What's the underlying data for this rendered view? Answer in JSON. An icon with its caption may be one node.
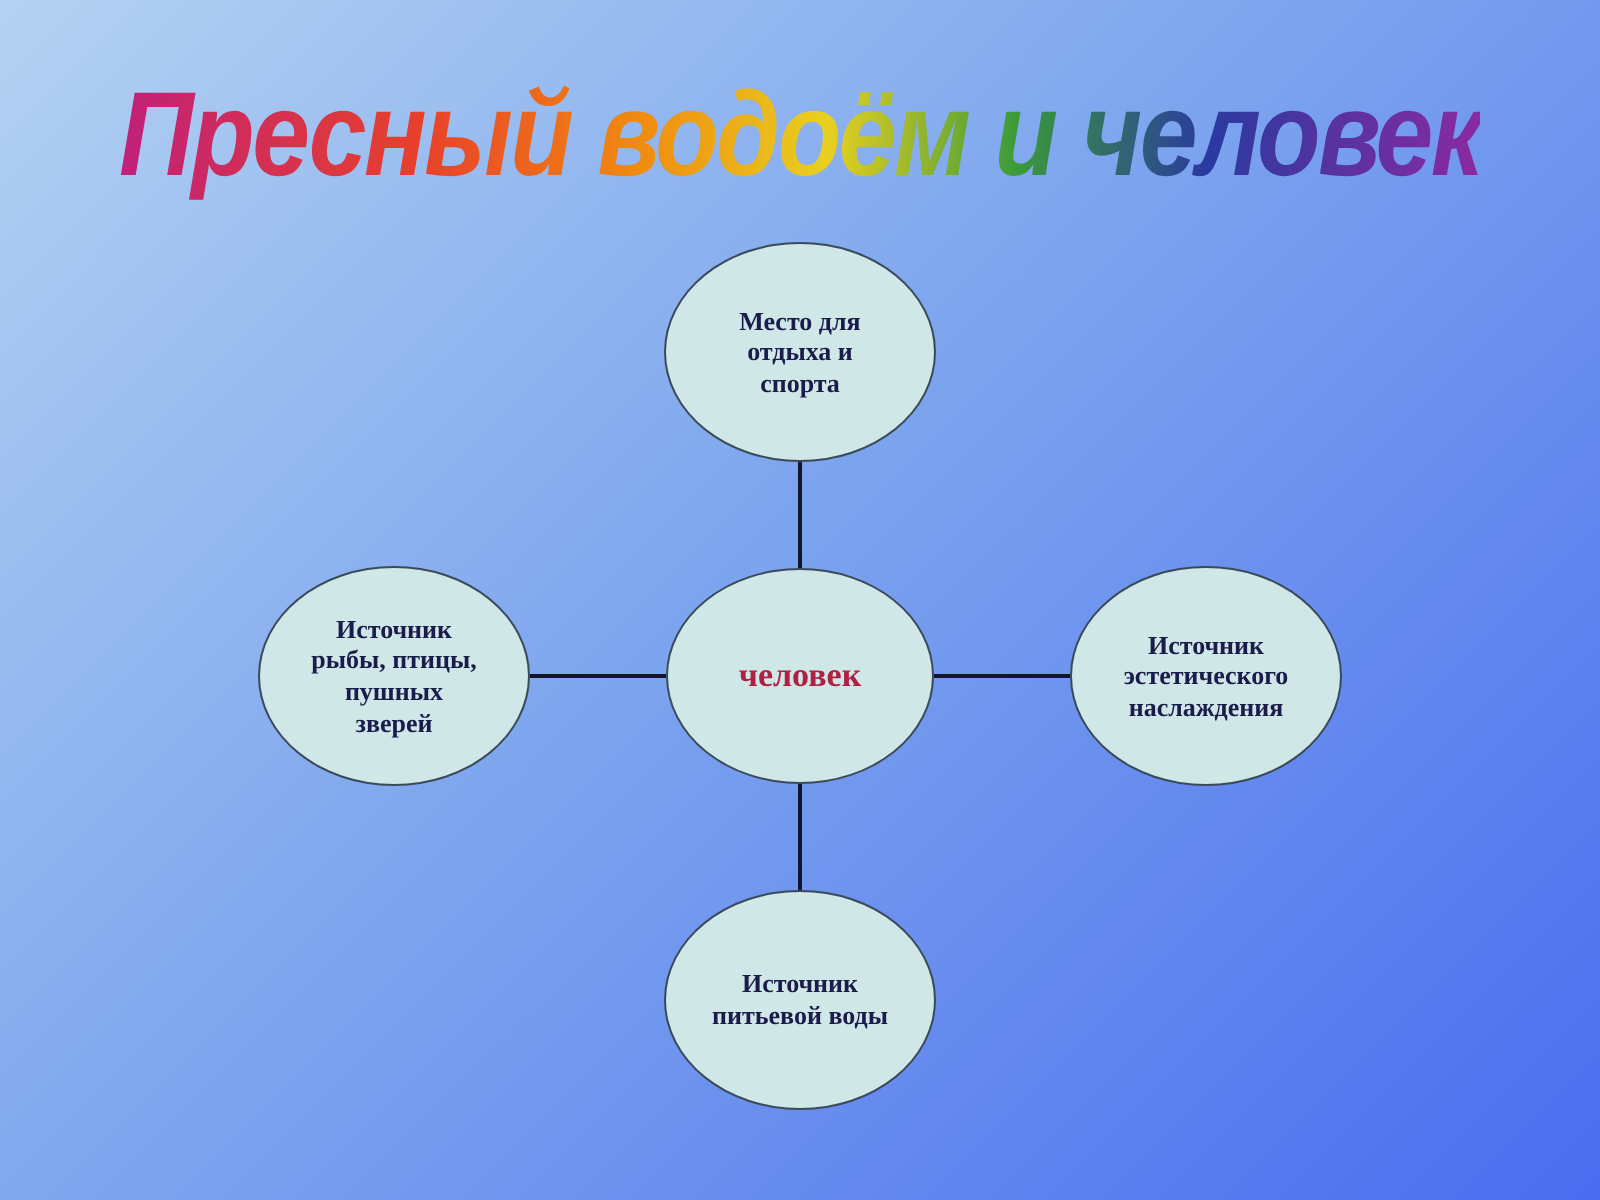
{
  "diagram": {
    "title": "Пресный водоём и человек",
    "nodes": [
      {
        "text": [
          "Место для отдыха и спорта"
        ]
      },
      {
        "text": [
          "Источник рыбы, птицы, пушных зверей"
        ]
      },
      {
        "text": [
          "человек"
        ]
      },
      {
        "text": [
          "Источник эстетического наслаждения"
        ]
      },
      {
        "text": [
          "Источник питьевой воды"
        ]
      }
    ],
    "edges": [
      {
        "from": 2,
        "to": 0,
        "arrow": "none"
      },
      {
        "from": 1,
        "to": 2,
        "arrow": "none"
      },
      {
        "from": 2,
        "to": 3,
        "arrow": "none"
      },
      {
        "from": 2,
        "to": 4,
        "arrow": "none"
      }
    ]
  }
}
